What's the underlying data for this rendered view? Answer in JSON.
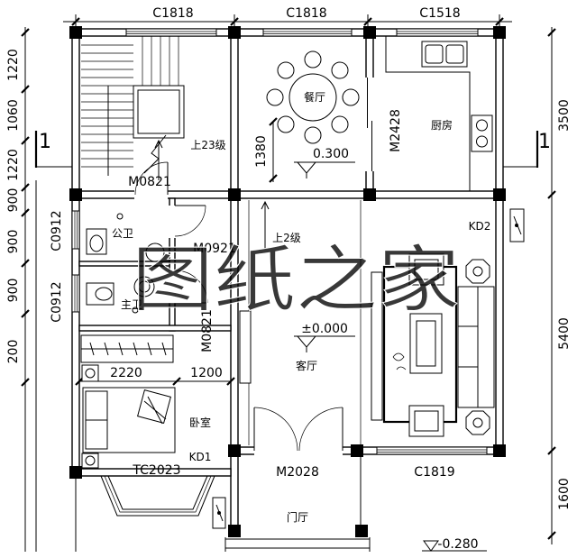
{
  "top_windows": [
    "C1818",
    "C1818",
    "C1518"
  ],
  "left_dims": [
    "1220",
    "1060",
    "1220",
    "900",
    "900",
    "900",
    "200"
  ],
  "right_dims": [
    "3500",
    "5400",
    "1600"
  ],
  "section_marks": [
    "1",
    "1"
  ],
  "rooms": {
    "dining": "餐厅",
    "kitchen": "厨房",
    "public_bath": "公卫",
    "master_bath": "主卫",
    "living": "客厅",
    "bedroom": "卧室",
    "foyer": "门厅"
  },
  "labels": {
    "stair_up": "上23级",
    "stair_door": "M0821",
    "dining_dim": "1380",
    "dining_level": "0.300",
    "kitchen_door": "M2428",
    "window_bath_1": "C0912",
    "window_bath_2": "C0912",
    "bath_door": "M0921",
    "living_step": "上2级",
    "kd2": "KD2",
    "master_bath_door": "M0821",
    "living_level": "±0.000",
    "bedroom_dim_1": "2220",
    "bedroom_dim_2": "1200",
    "bay_window": "TC2023",
    "kd1": "KD1",
    "entry_door": "M2028",
    "living_window": "C1819",
    "entry_level": "-0.280"
  },
  "watermark": "图纸之家",
  "colors": {
    "watermark": "#e8353b",
    "ink": "#000000"
  }
}
